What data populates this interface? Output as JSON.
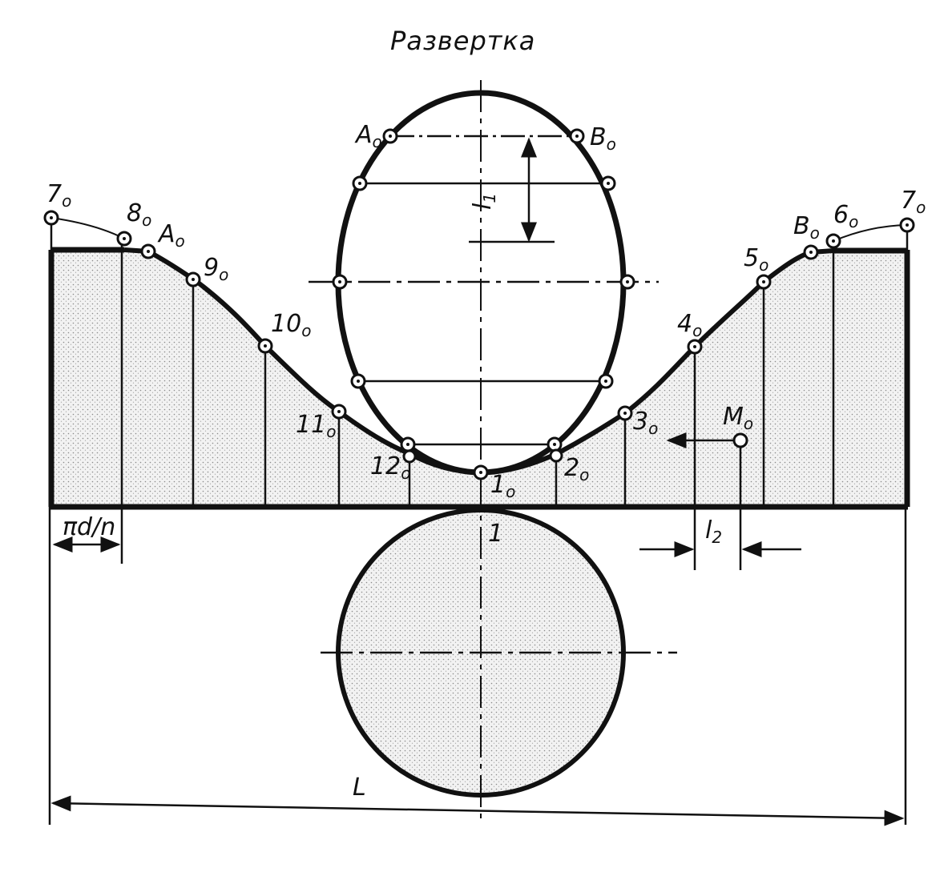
{
  "title": "Развертка",
  "labels": {
    "A_top": "A",
    "B_top": "B",
    "seven_left": "7",
    "eight": "8",
    "A_left": "A",
    "nine": "9",
    "ten": "10",
    "eleven": "11",
    "twelve": "12",
    "one_o": "1",
    "two": "2",
    "three": "3",
    "four": "4",
    "five": "5",
    "B_right": "B",
    "six": "6",
    "seven_right": "7",
    "M": "M",
    "one": "1",
    "sub_o": "o",
    "pi_d_n": "πd/n",
    "l1_main": "l",
    "l1_sub": "1",
    "l2_main": "l",
    "l2_sub": "2",
    "L": "L"
  },
  "colors": {
    "ink": "#111111",
    "stipple": "#d9d9d9"
  }
}
